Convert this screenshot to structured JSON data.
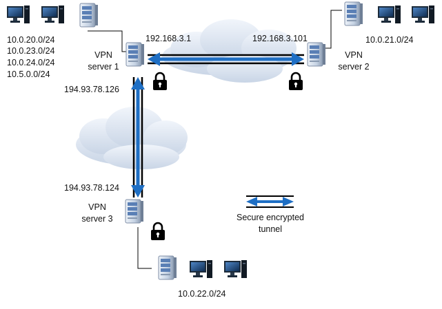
{
  "colors": {
    "tunnel_blue": "#1f6fc4",
    "tunnel_black": "#000000",
    "cloud": "#e1e8f3",
    "server_body": "#d8e2ef",
    "monitor": "#1c2b3a"
  },
  "icons": {
    "server": "server-icon",
    "workstation": "workstation-icon",
    "lock": "padlock-icon",
    "cloud": "cloud-icon"
  },
  "networks": {
    "server1_subnets": [
      "10.0.20.0/24",
      "10.0.23.0/24",
      "10.0.24.0/24",
      "10.5.0.0/24"
    ],
    "server2_subnet": "10.0.21.0/24",
    "server3_subnet": "10.0.22.0/24"
  },
  "servers": {
    "server1": {
      "line1": "VPN",
      "line2": "server 1"
    },
    "server2": {
      "line1": "VPN",
      "line2": "server 2"
    },
    "server3": {
      "line1": "VPN",
      "line2": "server 3"
    }
  },
  "addresses": {
    "server1_private": "192.168.3.1",
    "server2_private": "192.168.3.101",
    "server1_public": "194.93.78.126",
    "server3_public": "194.93.78.124"
  },
  "legend": {
    "line1": "Secure encrypted",
    "line2": "tunnel"
  }
}
